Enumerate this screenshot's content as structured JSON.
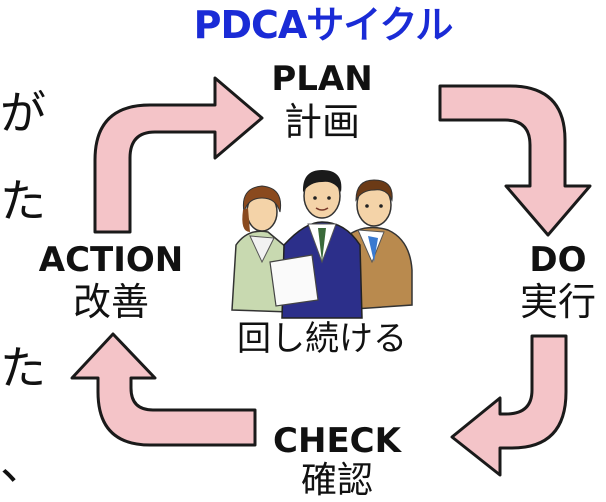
{
  "title": "PDCAサイクル",
  "center_caption": "回し続ける",
  "stages": {
    "plan": {
      "en": "PLAN",
      "ja": "計画"
    },
    "do": {
      "en": "DO",
      "ja": "実行"
    },
    "check": {
      "en": "CHECK",
      "ja": "確認"
    },
    "action": {
      "en": "ACTION",
      "ja": "改善"
    }
  },
  "left_edge_fragments": [
    "が",
    "た",
    "た",
    "、"
  ],
  "colors": {
    "title": "#1a2bd6",
    "arrow_fill": "#f4c4c8",
    "arrow_stroke": "#1a1a1a",
    "text": "#111111"
  },
  "icons": [
    "cycle-arrow-icon",
    "business-people-illustration"
  ]
}
